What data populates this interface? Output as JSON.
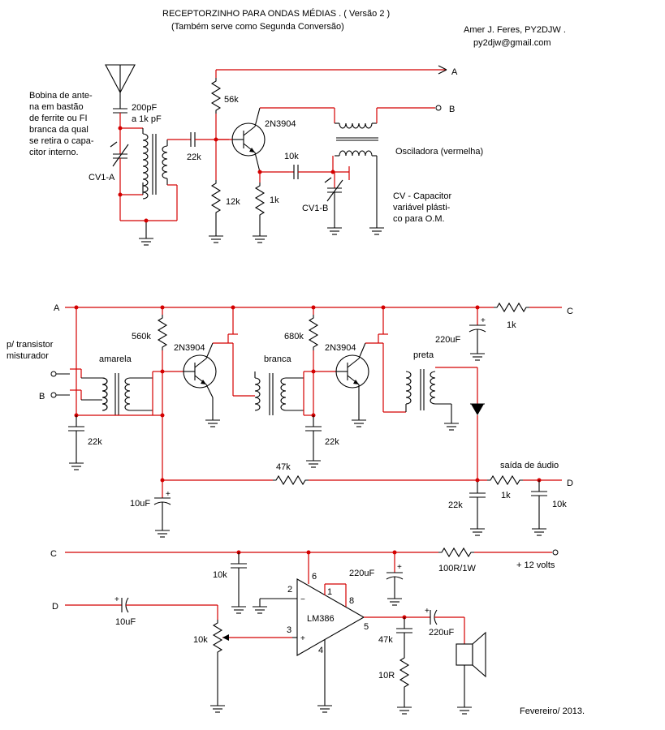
{
  "header": {
    "title": "RECEPTORZINHO PARA ONDAS MÉDIAS . ( Versão 2 )",
    "subtitle": "(Também serve como Segunda Conversão)",
    "author": "Amer J. Feres, PY2DJW .",
    "email": "py2djw@gmail.com"
  },
  "footer": {
    "date": "Fevereiro/ 2013."
  },
  "notes": {
    "antenna_coil": [
      "Bobina de ante-",
      "na em bastão",
      "de ferrite ou FI",
      "branca da qual",
      "se retira o capa-",
      "citor interno."
    ],
    "oscillator": "Osciladora (vermelha)",
    "cv_note": [
      "CV - Capacitor",
      "variável plásti-",
      "co para O.M."
    ],
    "mixer": [
      "p/ transistor",
      "misturador"
    ],
    "audio_out": "saída de áudio",
    "supply": "+ 12 volts"
  },
  "connectors": {
    "A": "A",
    "B": "B",
    "C": "C",
    "D": "D"
  },
  "labels": {
    "c200p": "200pF",
    "c200p_b": "a 1k pF",
    "cv1a": "CV1-A",
    "cv1b": "CV1-B",
    "c22k_1": "22k",
    "r56k": "56k",
    "r12k": "12k",
    "r1k_1": "1k",
    "c10k_1": "10k",
    "q1": "2N3904",
    "amarela": "amarela",
    "branca": "branca",
    "preta": "preta",
    "r560k": "560k",
    "r680k": "680k",
    "q2": "2N3904",
    "q3": "2N3904",
    "c22k_2": "22k",
    "c22k_3": "22k",
    "c220u_1": "220uF",
    "r1k_2": "1k",
    "r47k_1": "47k",
    "c10u_1": "10uF",
    "c22k_4": "22k",
    "r1k_3": "1k",
    "c10k_2": "10k",
    "c10k_3": "10k",
    "c220u_2": "220uF",
    "r100": "100R/1W",
    "c10u_2": "10uF",
    "pot10k": "10k",
    "ic": "LM386",
    "pin2": "2",
    "pin3": "3",
    "pin4": "4",
    "pin5": "5",
    "pin6": "6",
    "pin1": "1",
    "pin8": "8",
    "r47k_2": "47k",
    "r10r": "10R",
    "c220u_3": "220uF"
  },
  "colors": {
    "wire_red": "#d40000",
    "component_black": "#000000",
    "background": "#ffffff"
  }
}
